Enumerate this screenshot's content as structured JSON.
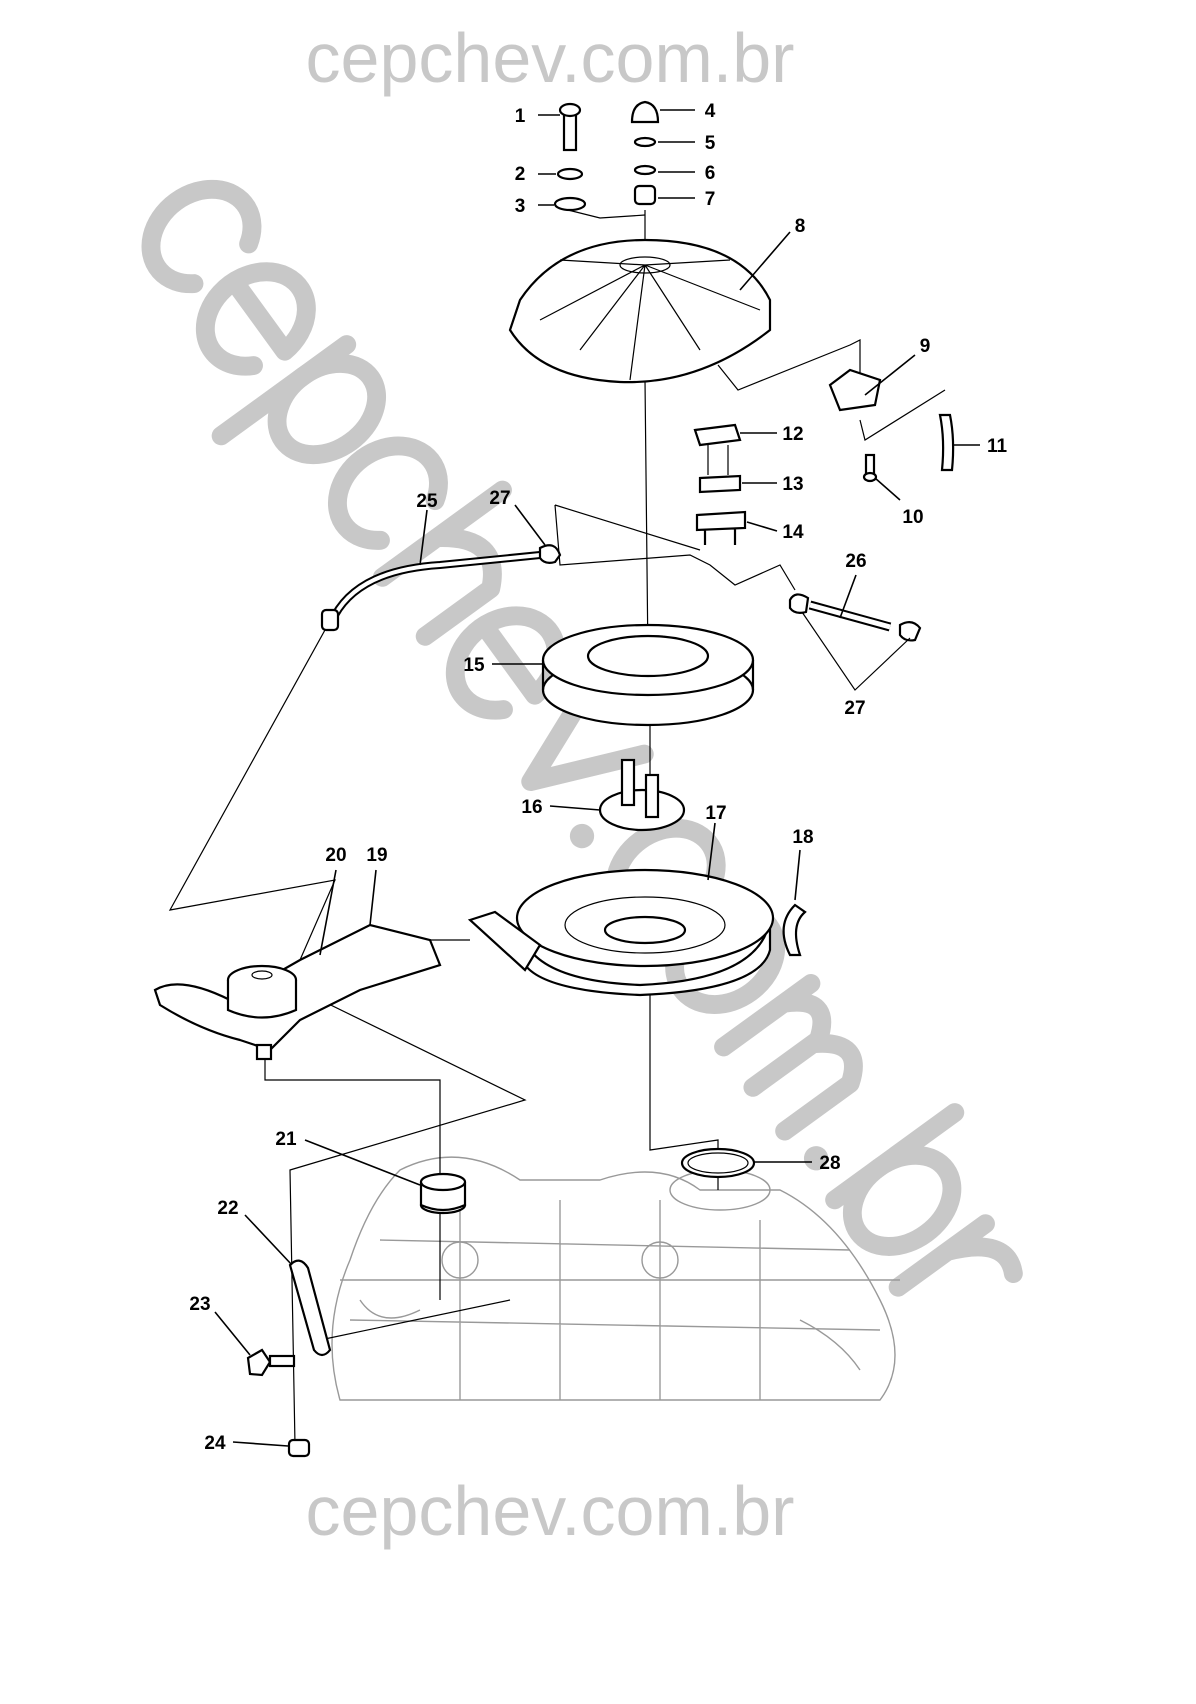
{
  "watermark": {
    "top": "cepchev.com.br",
    "bottom": "cepchev.com.br",
    "diagonal": "cepchev.com.br"
  },
  "callouts": {
    "c1": "1",
    "c2": "2",
    "c3": "3",
    "c4": "4",
    "c5": "5",
    "c6": "6",
    "c7": "7",
    "c8": "8",
    "c9": "9",
    "c10": "10",
    "c11": "11",
    "c12": "12",
    "c13": "13",
    "c14": "14",
    "c15": "15",
    "c16": "16",
    "c17": "17",
    "c18": "18",
    "c19": "19",
    "c20": "20",
    "c21": "21",
    "c22": "22",
    "c23": "23",
    "c24": "24",
    "c25": "25",
    "c26": "26",
    "c27a": "27",
    "c27b": "27",
    "c28": "28"
  }
}
